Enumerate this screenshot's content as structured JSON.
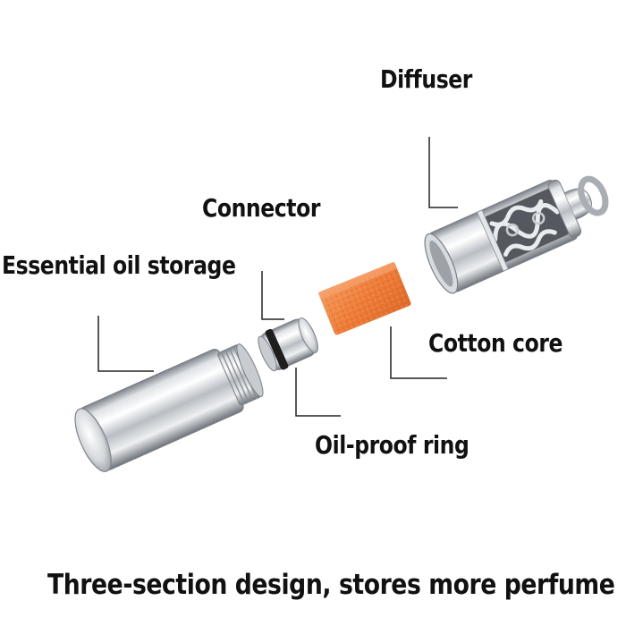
{
  "labels": {
    "diffuser": "Diffuser",
    "connector": "Connector",
    "essential_oil_storage": "Essential oil storage",
    "cotton_core": "Cotton core",
    "oil_proof_ring": "Oil-proof ring"
  },
  "caption": "Three-section design, stores more perfume",
  "colors": {
    "steel_light": "#f4f5f7",
    "steel_dark": "#8e939b",
    "cotton_core": "#ee7d3a",
    "seal_ring": "#1e1e1e",
    "leader_line": "#222222"
  }
}
